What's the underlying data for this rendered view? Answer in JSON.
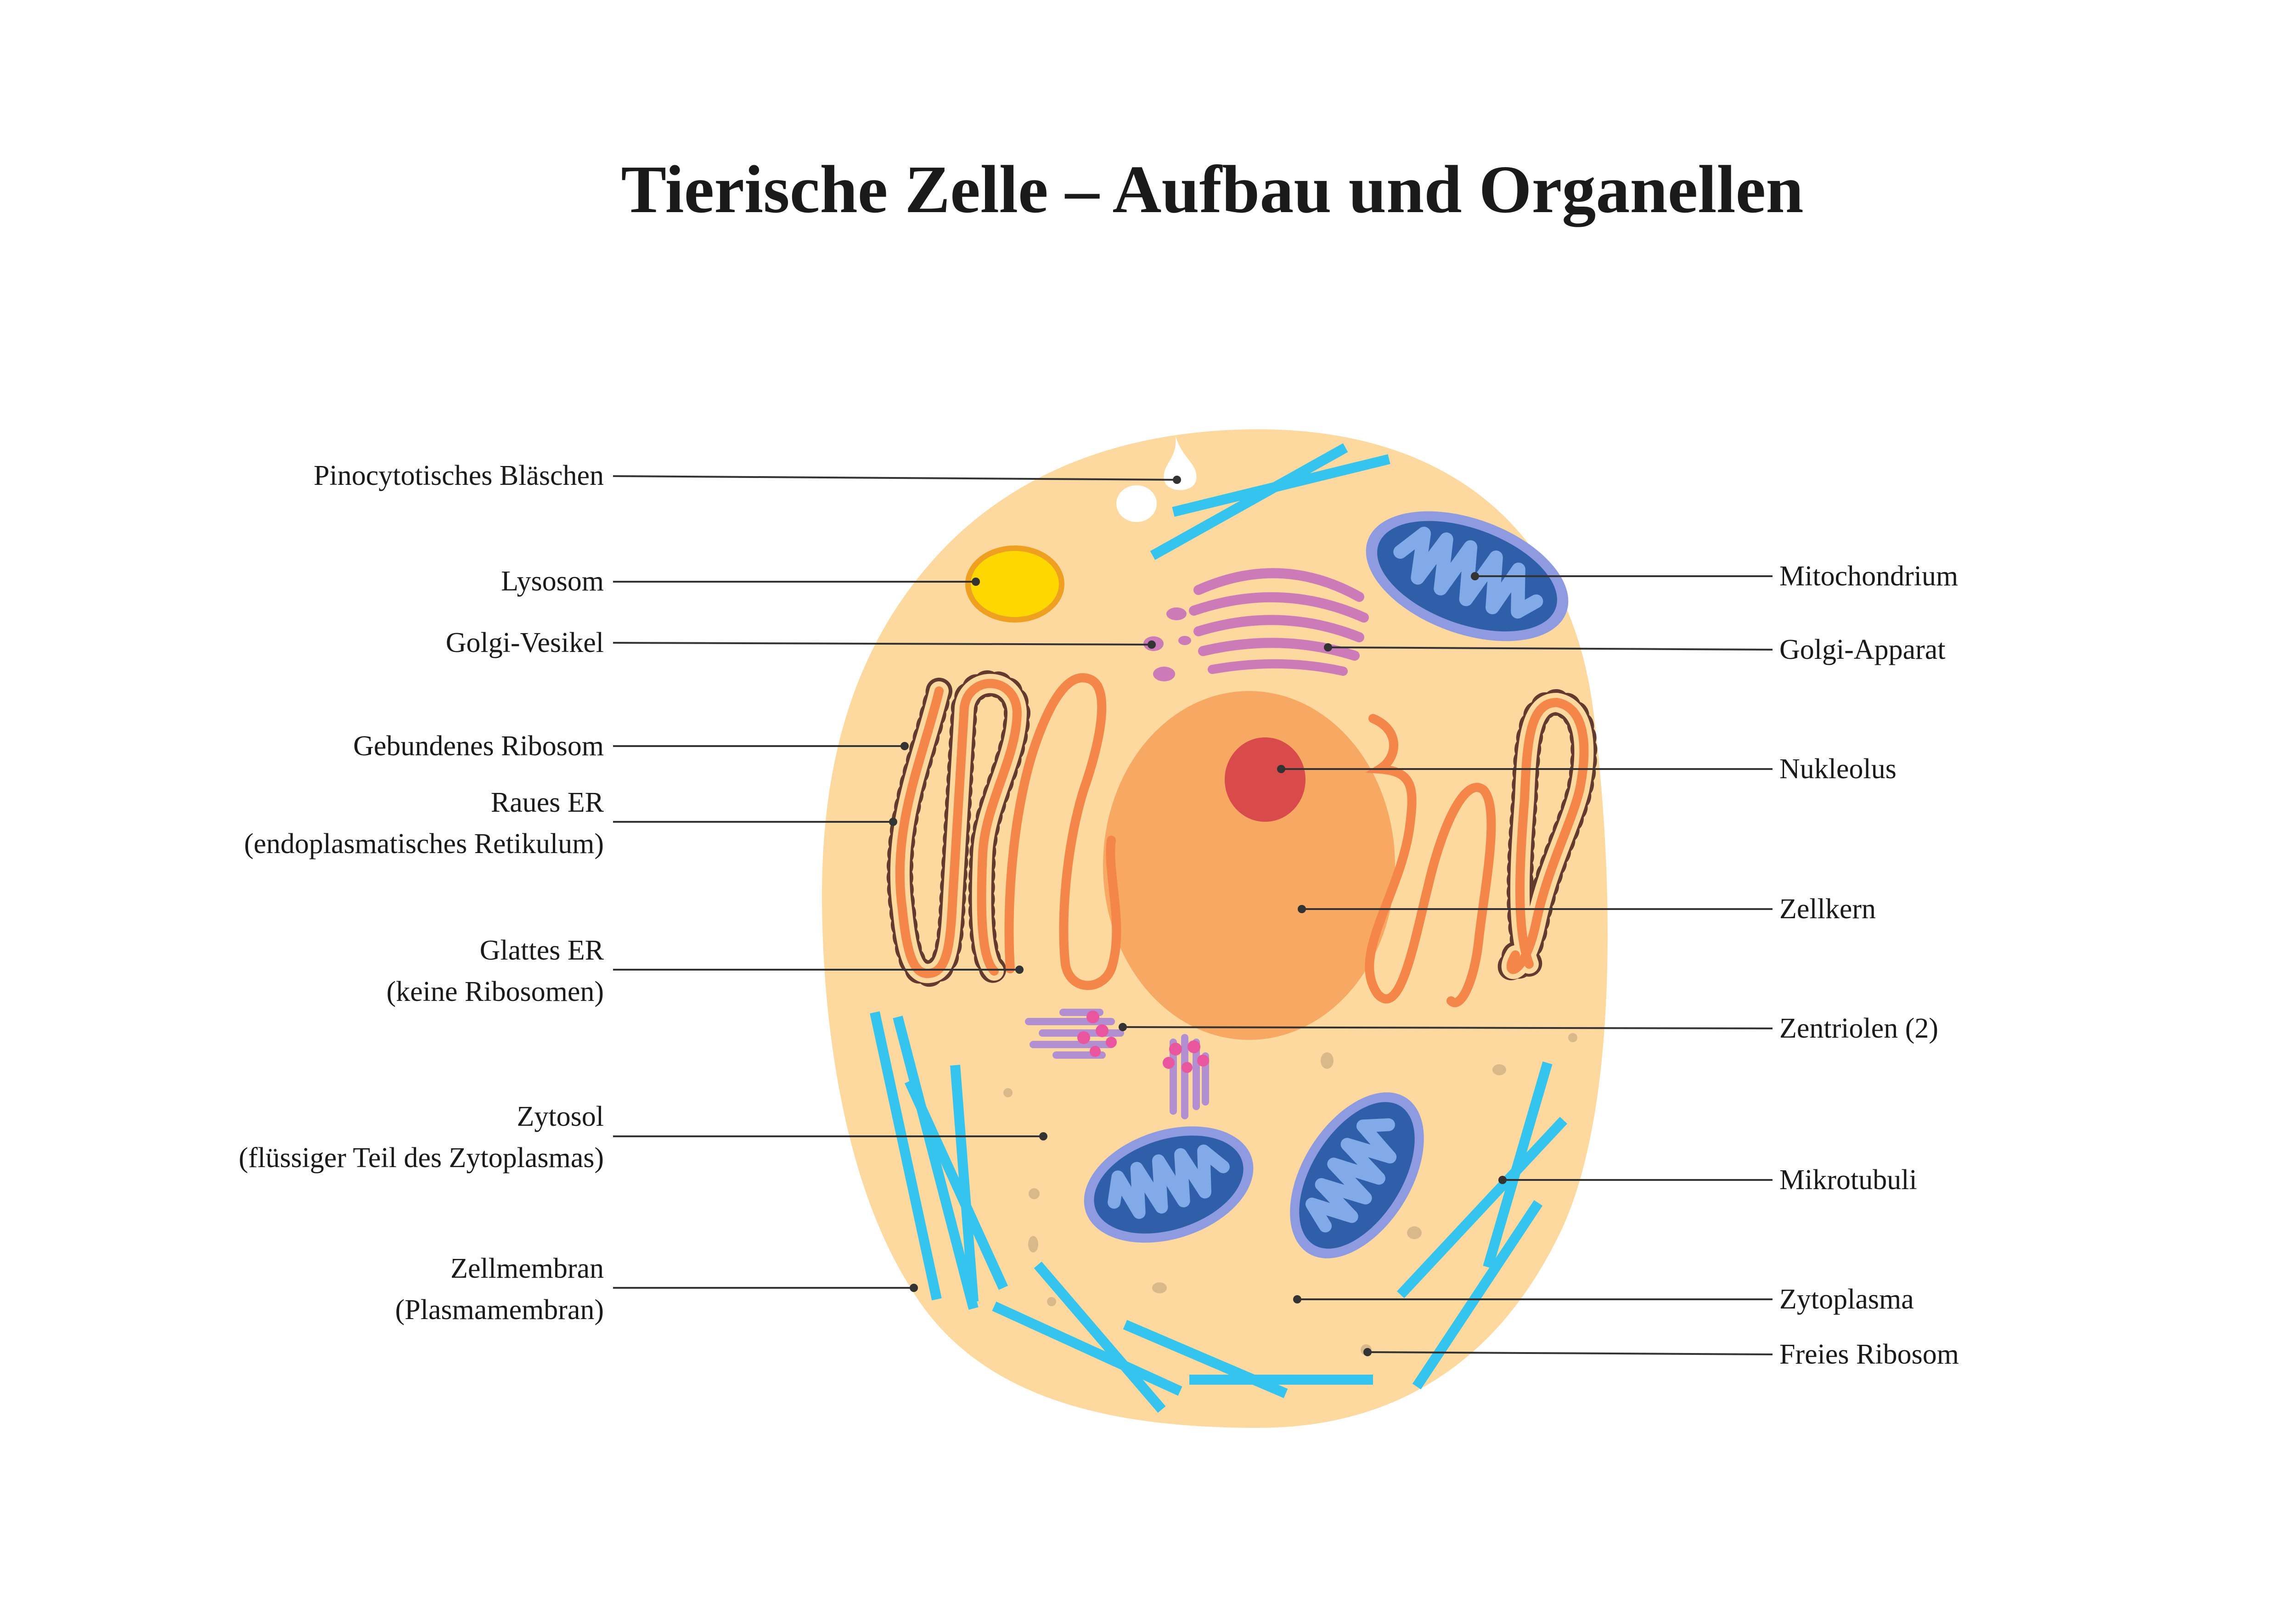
{
  "title": "Tierische Zelle – Aufbau und Organellen",
  "labels_left": {
    "pinocytosis": "Pinocytotisches Bläschen",
    "lysosome": "Lysosom",
    "golgi_vesicle": "Golgi-Vesikel",
    "bound_ribosome": "Gebundenes Ribosom",
    "rough_er_1": "Raues ER",
    "rough_er_2": "(endoplasmatisches Retikulum)",
    "smooth_er_1": "Glattes ER",
    "smooth_er_2": "(keine Ribosomen)",
    "cytosol_1": "Zytosol",
    "cytosol_2": "(flüssiger Teil des Zytoplasmas)",
    "membrane_1": "Zellmembran",
    "membrane_2": "(Plasmamembran)"
  },
  "labels_right": {
    "mitochondrion": "Mitochondrium",
    "golgi_apparatus": "Golgi-Apparat",
    "nucleolus": "Nukleolus",
    "nucleus": "Zellkern",
    "centrioles": "Zentriolen (2)",
    "microtubules": "Mikrotubuli",
    "cytoplasm": "Zytoplasma",
    "free_ribosome": "Freies Ribosom"
  },
  "colors": {
    "cytoplasm": "#fdd9a0",
    "nucleus": "#f7a963",
    "nucleolus": "#d94b4b",
    "er": "#f5864a",
    "ribosome": "#5a3128",
    "lysosome": "#ffd700",
    "lysosome_border": "#f0a020",
    "golgi": "#cc7ab8",
    "mito_outer": "#8f9be0",
    "mito_inner": "#2f5fa8",
    "mito_cristae": "#82a9e8",
    "microtubule": "#35c4ee",
    "centriole": "#b28fd0",
    "centriole_accent": "#e9569f"
  }
}
